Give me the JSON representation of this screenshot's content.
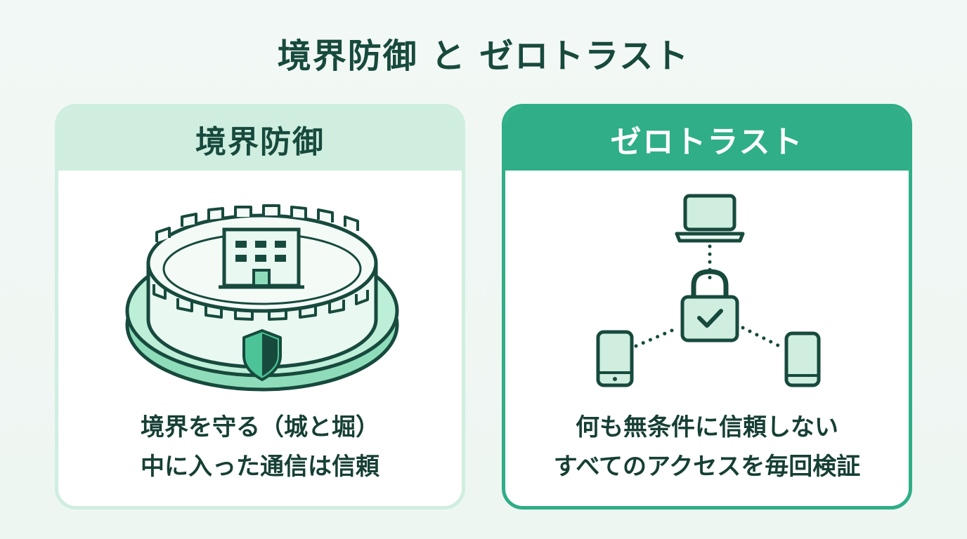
{
  "title": "境界防御 と ゼロトラスト",
  "left": {
    "heading": "境界防御",
    "caption_lines": [
      "境界を守る（城と堀）",
      "中に入った通信は信頼"
    ],
    "icons": [
      "castle-wall-icon",
      "building-icon",
      "shield-icon",
      "moat-icon"
    ]
  },
  "right": {
    "heading": "ゼロトラスト",
    "caption_lines": [
      "何も無条件に信頼しない",
      "すべてのアクセスを毎回検証"
    ],
    "icons": [
      "laptop-icon",
      "lock-check-icon",
      "smartphone-icon",
      "tablet-icon"
    ]
  },
  "colors": {
    "dark_green": "#174a3d",
    "accent_green": "#2fae87",
    "light_green": "#cfeee0",
    "background": "#f2f8f5"
  }
}
